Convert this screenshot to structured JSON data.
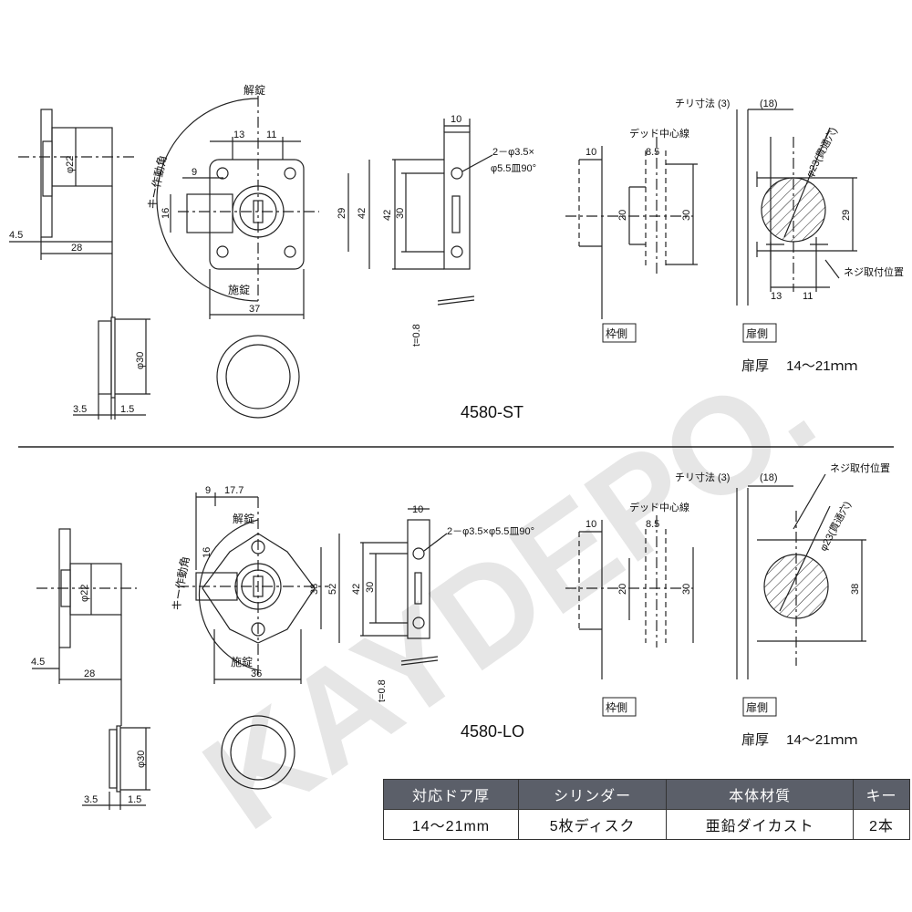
{
  "watermark": "KAYDEPO.",
  "top": {
    "model": "4580-ST",
    "unlock": "解錠",
    "lock": "施錠",
    "key_angle": "キー作動角",
    "dims": {
      "d13": "13",
      "d11": "11",
      "d9": "9",
      "d16": "16",
      "d29": "29",
      "d42": "42",
      "d37": "37",
      "phi22": "φ22",
      "d4_5": "4.5",
      "d28": "28",
      "phi30": "φ30",
      "d3_5": "3.5",
      "d1_5": "1.5",
      "s10": "10",
      "s42": "42",
      "s30": "30",
      "t08": "t=0.8",
      "holes_1": "2－φ3.5×",
      "holes_2": "φ5.5皿90°",
      "f10": "10",
      "f8_5": "8.5",
      "f20": "20",
      "f30": "30",
      "d18": "(18)",
      "d3": "(3)",
      "phi23": "φ23(貫通穴)",
      "r29": "29",
      "r13": "13",
      "r11": "11"
    },
    "dead_center": "デッド中心線",
    "chiri": "チリ寸法",
    "screw_pos": "ネジ取付位置",
    "frame_side": "枠側",
    "door_side": "扉側",
    "door_thickness": "扉厚　 14～21ｍｍ"
  },
  "bottom": {
    "model": "4580-LO",
    "unlock": "解錠",
    "lock": "施錠",
    "key_angle": "キー作動角",
    "dims": {
      "d9": "9",
      "d17_7": "17.7",
      "d16": "16",
      "d38": "38",
      "d52": "52",
      "d36": "36",
      "phi22": "φ22",
      "d4_5": "4.5",
      "d28": "28",
      "phi30": "φ30",
      "d3_5": "3.5",
      "d1_5": "1.5",
      "s10": "10",
      "s42": "42",
      "s30": "30",
      "t08": "t=0.8",
      "holes": "2－φ3.5×φ5.5皿90°",
      "f10": "10",
      "f8_5": "8.5",
      "f20": "20",
      "f30": "30",
      "d18": "(18)",
      "d3": "(3)",
      "phi23": "φ23(貫通穴)",
      "r38": "38"
    },
    "dead_center": "デッド中心線",
    "chiri": "チリ寸法",
    "screw_pos": "ネジ取付位置",
    "frame_side": "枠側",
    "door_side": "扉側",
    "door_thickness": "扉厚　 14～21ｍｍ"
  },
  "specs": {
    "headers": [
      "対応ドア厚",
      "シリンダー",
      "本体材質",
      "キー"
    ],
    "values": [
      "14～21mm",
      "5枚ディスク",
      "亜鉛ダイカスト",
      "2本"
    ]
  }
}
